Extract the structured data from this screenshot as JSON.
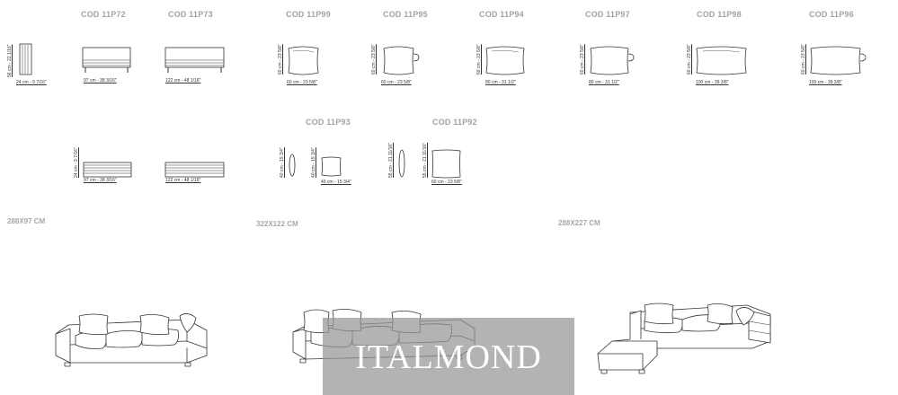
{
  "codes": {
    "p72": "COD 11P72",
    "p73": "COD 11P73",
    "p99": "COD 11P99",
    "p95": "COD 11P95",
    "p94": "COD 11P94",
    "p97": "COD 11P97",
    "p98": "COD 11P98",
    "p96": "COD 11P96",
    "p93": "COD 11P93",
    "p92": "COD 11P92"
  },
  "dims": {
    "a_h": "56 cm - 22 1/16\"",
    "a_w": "24 cm - 9 7/16\"",
    "b_w": "97 cm - 38 3/16\"",
    "c_w": "122 cm - 48 1/16\"",
    "p99_h": "60 cm - 23 5/8\"",
    "p99_w": "60 cm - 23 5/8\"",
    "p95_h": "60 cm - 23 5/8\"",
    "p95_w": "60 cm - 23 5/8\"",
    "p94_h": "60 cm - 23 5/8\"",
    "p94_w": "80 cm - 31 1/2\"",
    "p97_h": "60 cm - 23 5/8\"",
    "p97_w": "80 cm - 31 1/2\"",
    "p98_h": "60 cm - 23 5/8\"",
    "p98_w": "100 cm - 39 3/8\"",
    "p96_h": "60 cm - 23 5/8\"",
    "p96_w": "100 cm - 39 3/8\"",
    "d_h": "24 cm - 9 7/16\"",
    "d_w": "97 cm - 38 3/16\"",
    "e_w": "122 cm - 48 1/16\"",
    "p93_a_h": "40 cm - 15 3/4\"",
    "p93_b_h": "40 cm - 15 3/4\"",
    "p93_w": "40 cm - 15 3/4\"",
    "p92_a_h": "55 cm - 21 11/16\"",
    "p92_b_h": "55 cm - 21 11/16\"",
    "p92_w": "60 cm - 23 5/8\""
  },
  "sizes": {
    "s1": "288X97 CM",
    "s2": "322X122 CM",
    "s3": "288X227 CM"
  },
  "watermark": "ITALMOND"
}
